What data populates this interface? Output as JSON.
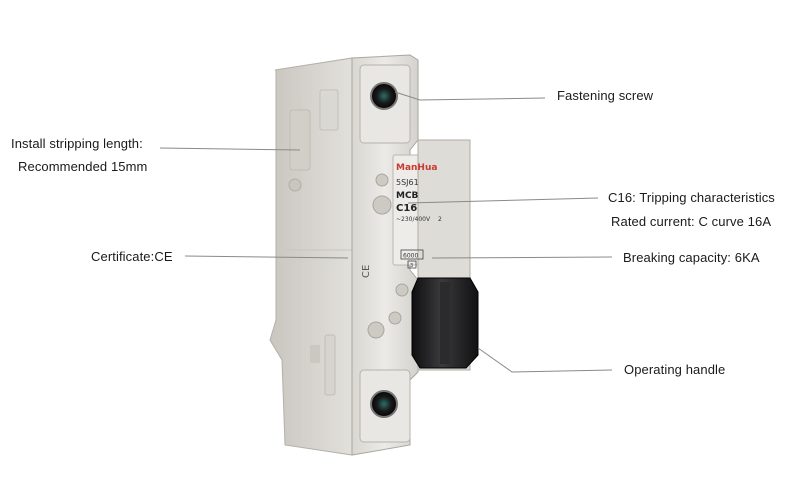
{
  "callouts": {
    "fastening_screw": "Fastening screw",
    "install_stripping_1": "Install stripping length:",
    "install_stripping_2": "Recommended 15mm",
    "tripping_characteristics": "C16: Tripping characteristics",
    "rated_current": "Rated current: C curve 16A",
    "certificate": "Certificate:CE",
    "breaking_capacity": "Breaking capacity: 6KA",
    "operating_handle": "Operating handle"
  },
  "device_print": {
    "brand": "ManHua",
    "model": "5SJ61",
    "type": "MCB",
    "rating": "C16",
    "voltage": "~230/400V",
    "poles": "2",
    "capacity": "6000",
    "capacity_class": "3",
    "ce_mark": "CE"
  },
  "colors": {
    "body": "#e6e4e0",
    "body_shadow": "#bdbab4",
    "handle": "#1b1b1d",
    "leader_line": "#8a8a8a",
    "brand_red": "#c8392f"
  }
}
